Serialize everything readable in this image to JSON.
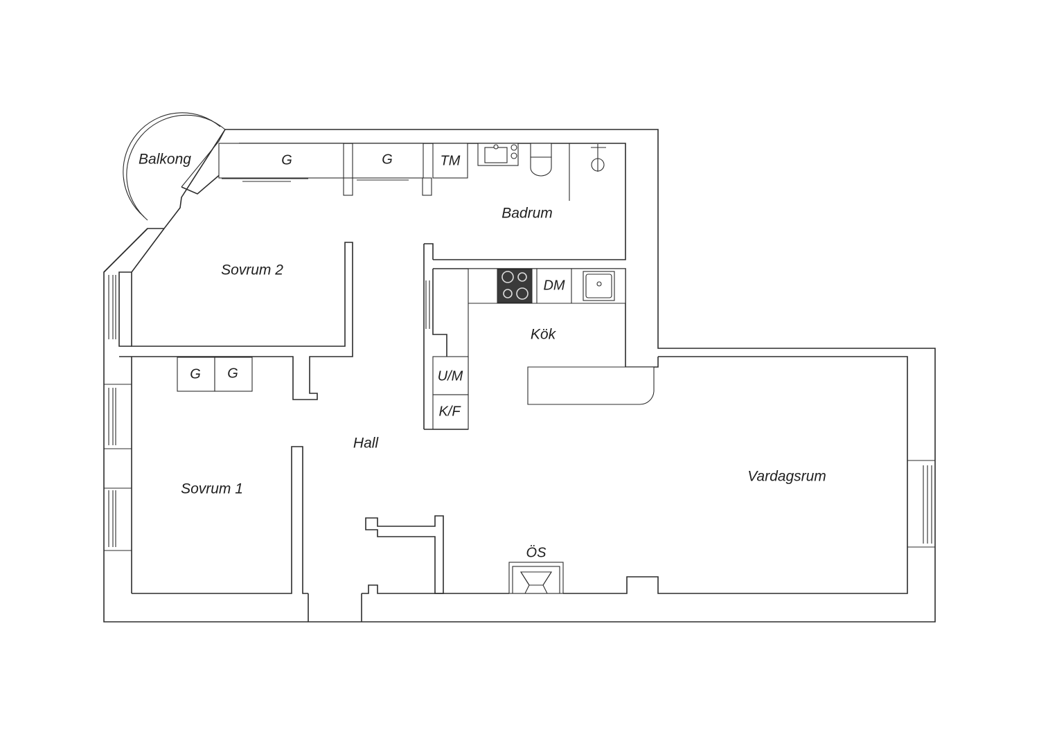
{
  "rooms": {
    "balkong": "Balkong",
    "badrum": "Badrum",
    "sovrum2": "Sovrum 2",
    "kok": "Kök",
    "hall": "Hall",
    "sovrum1": "Sovrum 1",
    "vardagsrum": "Vardagsrum"
  },
  "fixtures": {
    "wardrobe_top_1": "G",
    "wardrobe_top_2": "G",
    "washing_machine": "TM",
    "dishwasher": "DM",
    "wardrobe_s1_a": "G",
    "wardrobe_s1_b": "G",
    "oven_microwave": "U/M",
    "fridge_freezer": "K/F",
    "fireplace": "ÖS"
  },
  "colors": {
    "line": "#2b2b2b",
    "stove": "#3a3a3a",
    "background": "#ffffff"
  }
}
